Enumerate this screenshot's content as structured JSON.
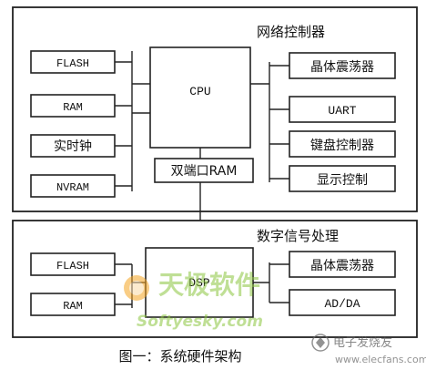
{
  "top_panel": {
    "title": "网络控制器",
    "left_blocks": [
      "FLASH",
      "RAM",
      "实时钟",
      "NVRAM"
    ],
    "center": "CPU",
    "dual_port": "双端口RAM",
    "right_blocks": [
      "晶体震荡器",
      "UART",
      "键盘控制器",
      "显示控制"
    ]
  },
  "bottom_panel": {
    "title": "数字信号处理",
    "left_blocks": [
      "FLASH",
      "RAM"
    ],
    "center": "DSP",
    "right_blocks": [
      "晶体震荡器",
      "AD/DA"
    ]
  },
  "caption": "图一：系统硬件架构",
  "watermark": {
    "cn": "天极软件",
    "url": "Softyesky.com",
    "corner": "电子发烧友",
    "corner_url": "www.elecfans.com"
  },
  "colors": {
    "stroke": "#222222",
    "watermark_green": "#8cc63f",
    "watermark_orange": "#f5a623"
  }
}
